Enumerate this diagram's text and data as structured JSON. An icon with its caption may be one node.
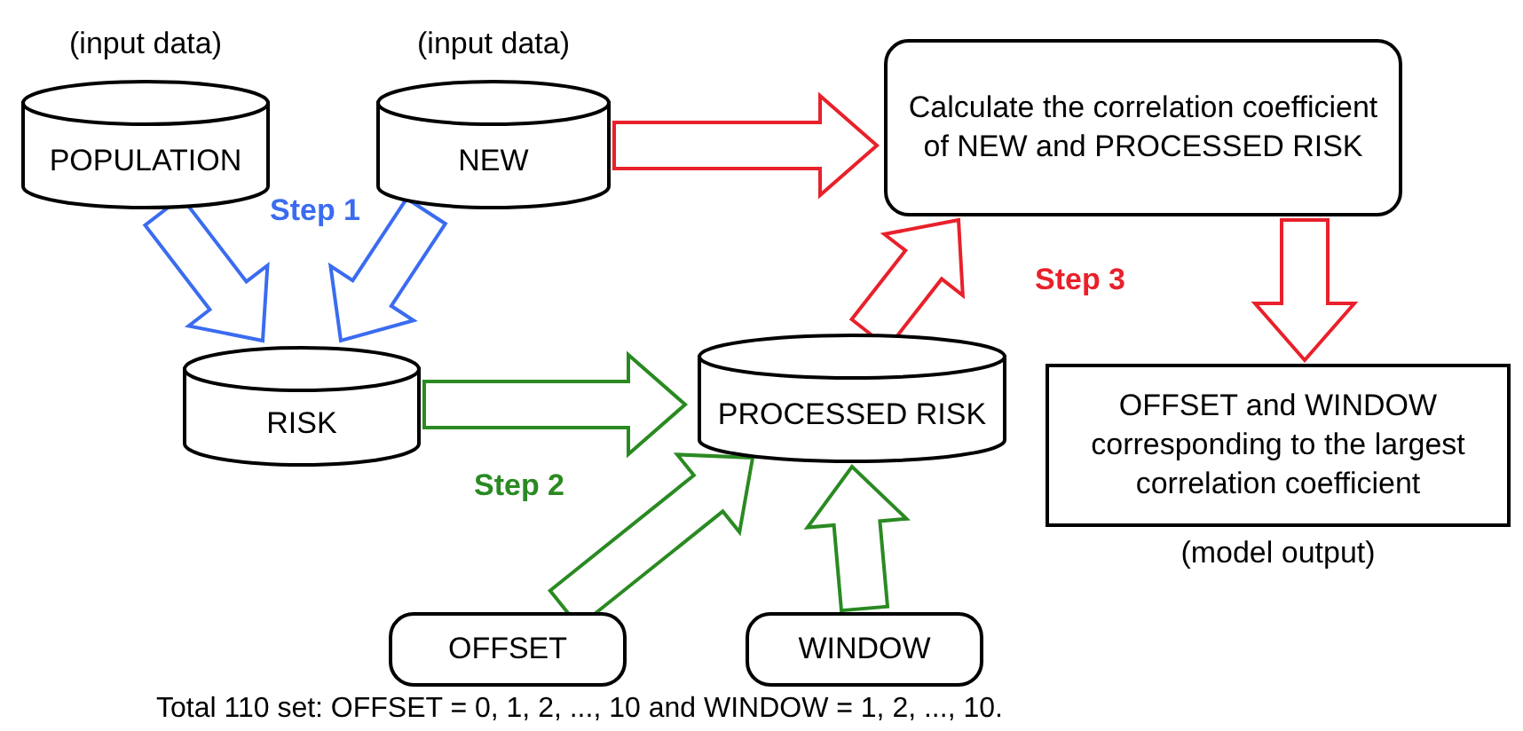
{
  "diagram": {
    "nodes": [
      {
        "text": [
          "POPULATION"
        ],
        "beside": [
          "(input data)"
        ]
      },
      {
        "text": [
          "NEW"
        ],
        "beside": [
          "(input data)"
        ]
      },
      {
        "text": [
          "Calculate the correlation coefficient of NEW and PROCESSED RISK"
        ]
      },
      {
        "text": [
          "RISK"
        ]
      },
      {
        "text": [
          "PROCESSED RISK"
        ]
      },
      {
        "text": [
          "OFFSET and WINDOW corresponding to the largest correlation coefficient"
        ],
        "beside": [
          "(model output)"
        ]
      },
      {
        "text": [
          "OFFSET"
        ]
      },
      {
        "text": [
          "WINDOW"
        ]
      }
    ],
    "edges": [
      {
        "from": 0,
        "to": 3,
        "arrow": "to",
        "color": "#3b6cf0"
      },
      {
        "from": 1,
        "to": 3,
        "arrow": "to",
        "color": "#3b6cf0"
      },
      {
        "from": 1,
        "to": 2,
        "arrow": "to",
        "color": "#e8212b"
      },
      {
        "from": 4,
        "to": 2,
        "arrow": "to",
        "color": "#e8212b"
      },
      {
        "from": 2,
        "to": 5,
        "arrow": "to",
        "color": "#e8212b"
      },
      {
        "from": 3,
        "to": 4,
        "arrow": "to",
        "color": "#2a8a22"
      },
      {
        "from": 6,
        "to": 4,
        "arrow": "to",
        "color": "#2a8a22"
      },
      {
        "from": 7,
        "to": 4,
        "arrow": "to",
        "color": "#2a8a22"
      }
    ],
    "labels": [
      "Step 1",
      "Step 2",
      "Step 3",
      "Total 110 set: OFFSET = 0, 1, 2, ..., 10 and WINDOW = 1, 2, ..., 10."
    ]
  }
}
